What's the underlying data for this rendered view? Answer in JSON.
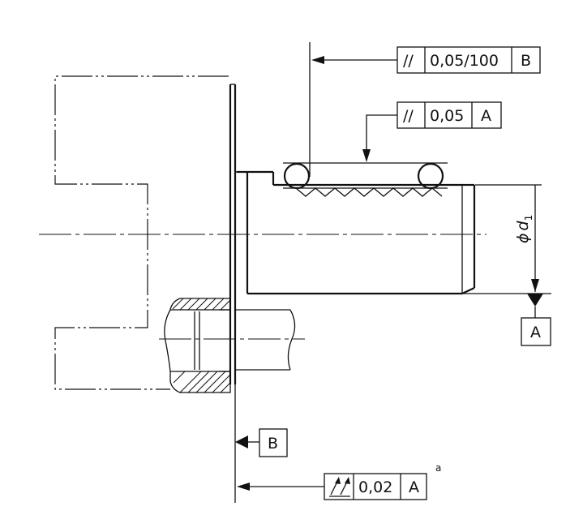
{
  "drawing": {
    "fcf_top": {
      "symbol": "//",
      "tolerance": "0,05/100",
      "datum": "B"
    },
    "fcf_mid": {
      "symbol": "//",
      "tolerance": "0,05",
      "datum": "A"
    },
    "fcf_bottom": {
      "symbol": "total-runout",
      "tolerance": "0,02",
      "datum": "A",
      "note": "a"
    },
    "datum_a": {
      "label": "A"
    },
    "datum_b": {
      "label": "B"
    },
    "diameter": {
      "symbol": "ϕ",
      "variable": "d",
      "subscript": "1"
    }
  }
}
